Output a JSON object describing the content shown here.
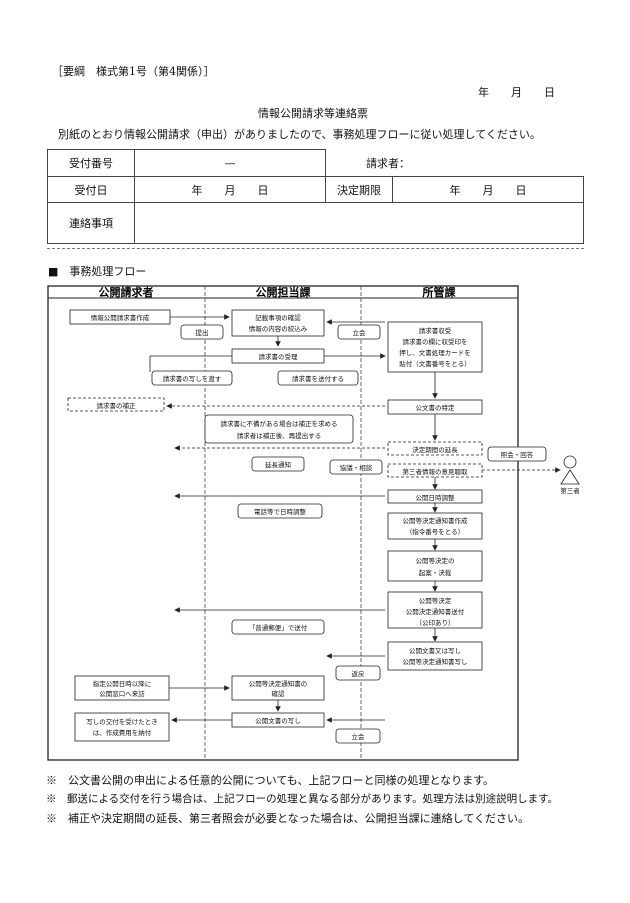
{
  "header": {
    "form_code": "［要綱　様式第1号（第4関係）］",
    "date_line": "年　　月　　日",
    "title": "情報公開請求等連絡票",
    "intro": "別紙のとおり情報公開請求（申出）がありましたので、事務処理フローに従い処理してください。"
  },
  "info_table": {
    "receipt_no_label": "受付番号",
    "receipt_no_value": "—",
    "requester_label": "請求者：",
    "receipt_date_label": "受付日",
    "receipt_date_value": "年　　月　　日",
    "deadline_label": "決定期限",
    "deadline_value": "年　　月　　日",
    "notes_label": "連絡事項"
  },
  "flow": {
    "section_title": "■　事務処理フロー",
    "col_requester": "公開請求者",
    "col_office": "公開担当課",
    "col_dept": "所管課",
    "boxes": {
      "request_create": "情報公開請求書作成",
      "submit": "提出",
      "check_line1": "記載事項の確認",
      "check_line2": "情報の内容の絞込み",
      "attend1": "立会",
      "receive_doc_1": "請求書収受",
      "receive_doc_2": "請求書の欄に収受印を",
      "receive_doc_3": "押し、文書処理カードを",
      "receive_doc_4": "貼付（文書番号をとる）",
      "accept": "請求書の受理",
      "give_copy": "請求書の写しを渡す",
      "send_request": "請求書を送付する",
      "correction": "請求書の補正",
      "identify": "公文書の特定",
      "defect_1": "請求書に不備がある場合は補正を求める",
      "defect_2": "請求者は補正後、再提出する",
      "extend": "決定期間の延長",
      "extend_notice": "延長通知",
      "consult": "協議・相談",
      "third_party": "第三者情報の意見聴取",
      "inquiry": "照会・回答",
      "third_person": "第三者",
      "schedule": "公開日時調整",
      "phone": "電話等で日時調整",
      "notice_create_1": "公開等決定通知書作成",
      "notice_create_2": "（指令番号をとる）",
      "draft_1": "公開等決定の",
      "draft_2": "起案・決裁",
      "send_notice_1": "公開等決定",
      "send_notice_2": "公開決定通知書送付",
      "send_notice_3": "（公印あり）",
      "mail": "「普通郵便」で送付",
      "copy_1": "公開文書又は写し",
      "copy_2": "公開等決定通知書写し",
      "return": "返戻",
      "visit_1": "指定公開日時以降に",
      "visit_2": "公開窓口へ来訪",
      "confirm_1": "公開等決定通知書の",
      "confirm_2": "確認",
      "fee_1": "写しの交付を受けたとき",
      "fee_2": "は、作成費用を納付",
      "doc_copy": "公開文書の写し",
      "attend2": "立会"
    }
  },
  "notes": [
    "※　公文書公開の申出による任意的公開についても、上記フローと同様の処理となります。",
    "※　郵送による交付を行う場合は、上記フローの処理と異なる部分があります。処理方法は別途説明します。",
    "※　補正や決定期間の延長、第三者照会が必要となった場合は、公開担当課に連絡してください。"
  ]
}
